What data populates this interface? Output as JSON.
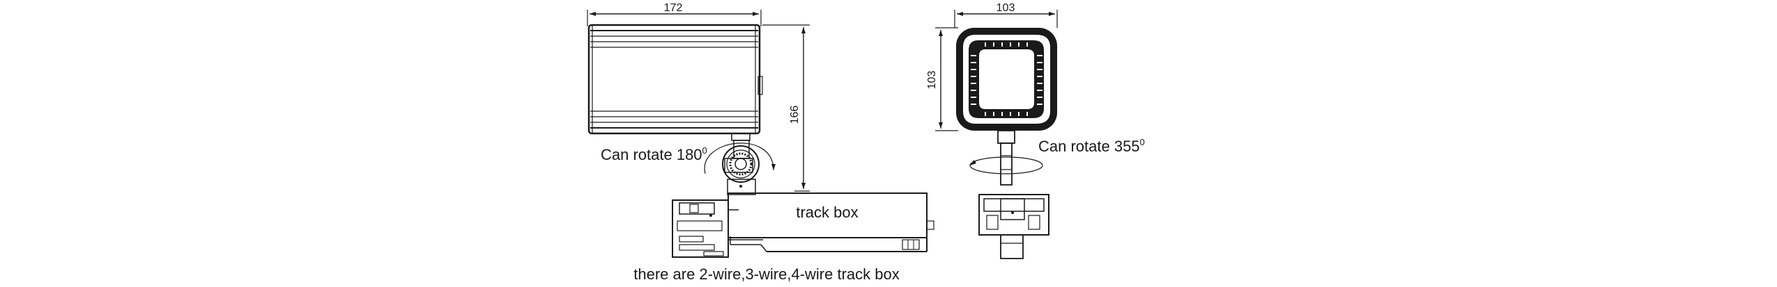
{
  "side_view": {
    "width_dim": "172",
    "height_dim": "166",
    "rotate_label": "Can rotate 180",
    "rotate_degree": "0",
    "track_box_label": "track box"
  },
  "front_view": {
    "width_dim": "103",
    "height_dim": "103",
    "rotate_label": "Can rotate 355",
    "rotate_degree": "0"
  },
  "caption": "there are 2-wire,3-wire,4-wire track box"
}
